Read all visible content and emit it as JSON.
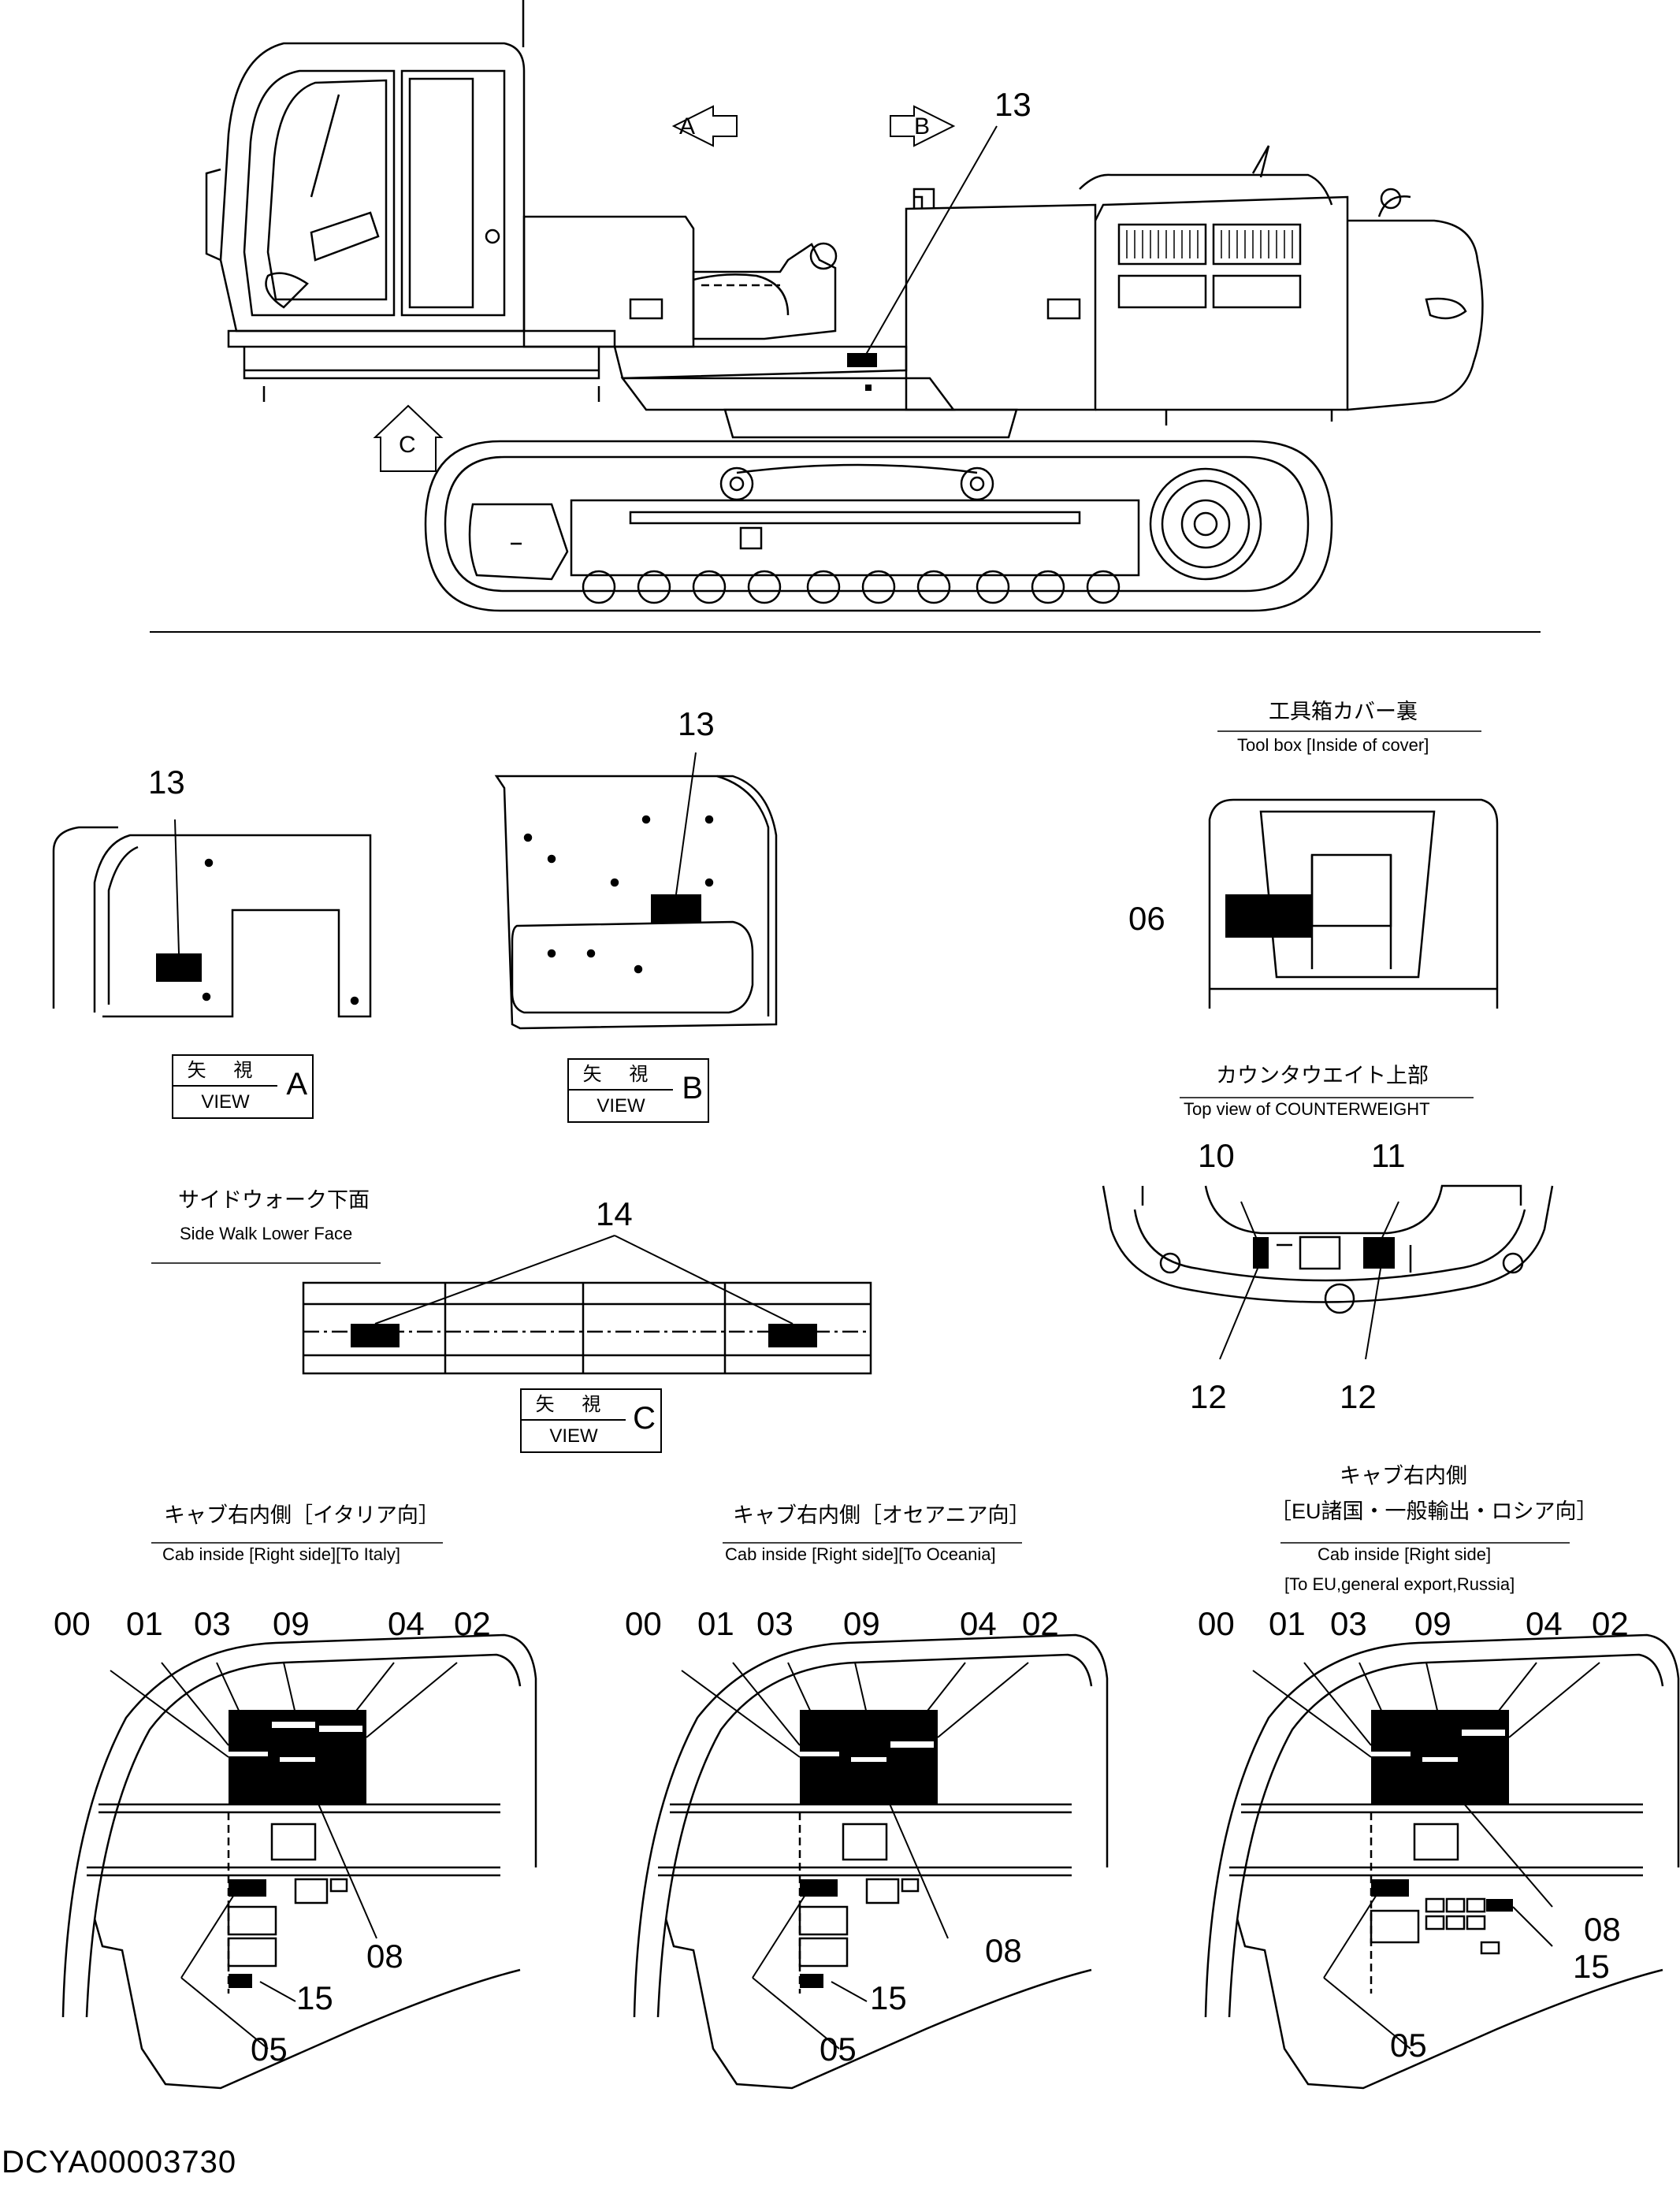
{
  "main_view": {
    "part_13": "13",
    "arrow_a": "A",
    "arrow_b": "B",
    "arrow_c": "C"
  },
  "view_a": {
    "part": "13",
    "kanji": "矢 視",
    "view": "VIEW",
    "letter": "A"
  },
  "view_b": {
    "part": "13",
    "kanji": "矢 視",
    "view": "VIEW",
    "letter": "B"
  },
  "toolbox": {
    "title_jp": "工具箱カバー裏",
    "title_en": "Tool box [Inside of cover]",
    "part": "06"
  },
  "counterweight": {
    "title_jp": "カウンタウエイト上部",
    "title_en": "Top view of COUNTERWEIGHT",
    "labels": [
      "10",
      "11",
      "12",
      "12"
    ]
  },
  "sidewalk": {
    "title_jp": "サイドウォーク下面",
    "title_en": "Side Walk Lower Face",
    "part": "14",
    "kanji": "矢 視",
    "view": "VIEW",
    "letter": "C"
  },
  "cabs": [
    {
      "title_jp": "キャブ右内側［イタリア向］",
      "title_en": "Cab inside [Right side][To Italy]",
      "title_en2": "",
      "top": [
        "00",
        "01",
        "03",
        "09",
        "04",
        "02"
      ],
      "bottom": [
        "08",
        "15",
        "05"
      ]
    },
    {
      "title_jp": "キャブ右内側［オセアニア向］",
      "title_en": "Cab inside [Right side][To Oceania]",
      "title_en2": "",
      "top": [
        "00",
        "01",
        "03",
        "09",
        "04",
        "02"
      ],
      "bottom": [
        "08",
        "15",
        "05"
      ]
    },
    {
      "title_jp": "キャブ右内側",
      "title_jp2": "［EU諸国・一般輸出・ロシア向］",
      "title_en": "Cab inside [Right side]",
      "title_en2": "[To EU,general export,Russia]",
      "top": [
        "00",
        "01",
        "03",
        "09",
        "04",
        "02"
      ],
      "bottom": [
        "08",
        "15",
        "05"
      ]
    }
  ],
  "document_id": "DCYA00003730"
}
